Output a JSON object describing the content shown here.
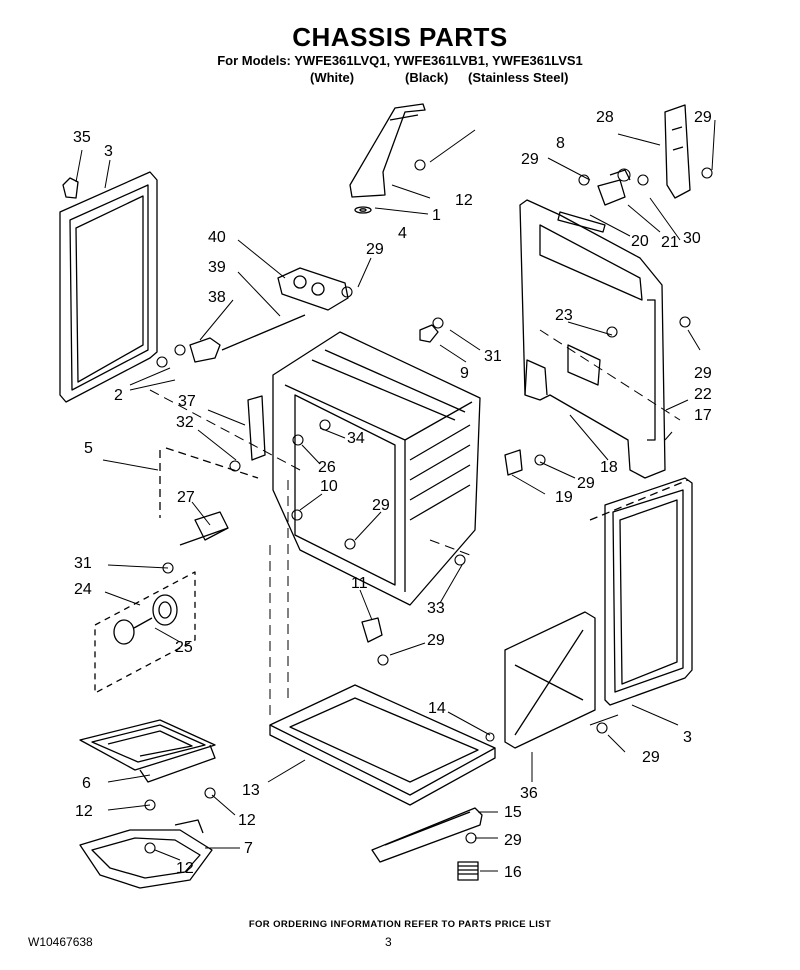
{
  "header": {
    "title": "CHASSIS PARTS",
    "models_line": "For Models: YWFE361LVQ1, YWFE361LVB1, YWFE361LVS1",
    "variants": [
      "(White)",
      "(Black)",
      "(Stainless Steel)"
    ]
  },
  "callouts": [
    "1",
    "2",
    "3",
    "4",
    "5",
    "6",
    "7",
    "8",
    "9",
    "10",
    "11",
    "12",
    "13",
    "14",
    "15",
    "16",
    "17",
    "18",
    "19",
    "20",
    "21",
    "22",
    "23",
    "24",
    "25",
    "26",
    "27",
    "28",
    "29",
    "30",
    "31",
    "32",
    "33",
    "34",
    "35",
    "36",
    "37",
    "38",
    "39",
    "40"
  ],
  "footer": {
    "note": "FOR ORDERING INFORMATION REFER TO PARTS PRICE LIST",
    "doc_number": "W10467638",
    "page_number": "3"
  },
  "colors": {
    "line": "#000000",
    "background": "#ffffff"
  }
}
